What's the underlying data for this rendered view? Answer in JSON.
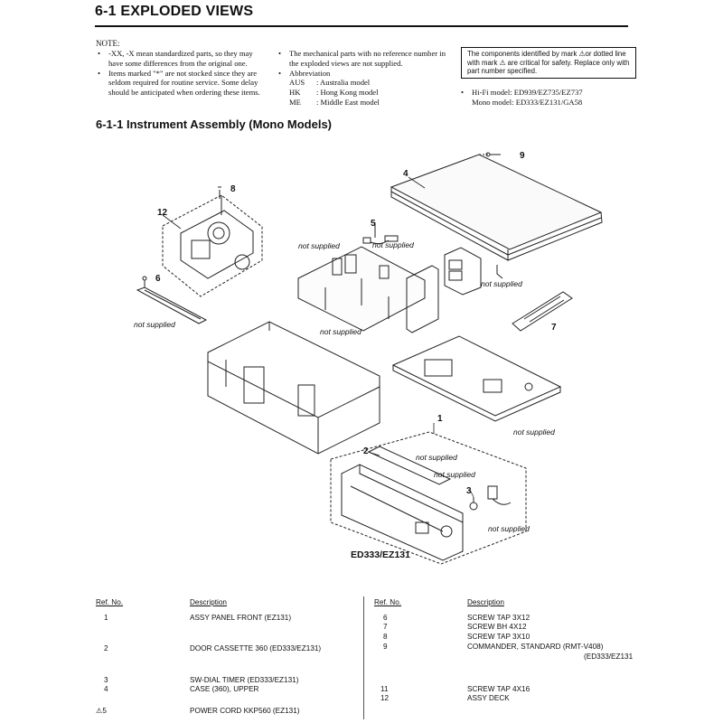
{
  "page": {
    "section_title": "6-1  EXPLODED VIEWS",
    "subsection_title": "6-1-1  Instrument Assembly (Mono Models)"
  },
  "notes": {
    "heading": "NOTE:",
    "col1": [
      "-XX, -X mean standardized parts, so they may have some differences from the original one.",
      "Items marked \"*\" are not stocked since they are seldom required for routine service. Some delay should be anticipated when ordering these items."
    ],
    "col2_bullet1": "The mechanical parts with no reference number in the exploded views are not supplied.",
    "col2_bullet2": "Abbreviation",
    "abbreviations": [
      {
        "code": "AUS",
        "name": ": Australia model"
      },
      {
        "code": "HK",
        "name": ": Hong Kong model"
      },
      {
        "code": "ME",
        "name": ": Middle East model"
      }
    ],
    "safety_box": "The components identified by mark ⚠or dotted line with mark ⚠ are critical for safety. Replace only with part number specified.",
    "hifi_models": "Hi-Fi model: ED939/EZ735/EZ737",
    "mono_models": "Mono model: ED333/EZ131/GA58"
  },
  "diagram": {
    "not_supplied": "not supplied",
    "caption": "ED333/EZ131",
    "ref_numbers": [
      "1",
      "2",
      "3",
      "4",
      "5",
      "6",
      "7",
      "8",
      "9",
      "12"
    ]
  },
  "parts_list": {
    "headers": {
      "ref": "Ref. No.",
      "desc": "Description"
    },
    "left": [
      {
        "ref": "1",
        "desc": "ASSY PANEL FRONT (EZ131)"
      },
      {
        "ref": "2",
        "desc": "DOOR CASSETTE 360 (ED333/EZ131)"
      },
      {
        "ref": "3",
        "desc": "SW-DIAL TIMER (ED333/EZ131)"
      },
      {
        "ref": "4",
        "desc": "CASE (360), UPPER"
      },
      {
        "ref": "⚠5",
        "desc": "POWER CORD KKP560 (EZ131)"
      }
    ],
    "right": [
      {
        "ref": "6",
        "desc": "SCREW TAP 3X12"
      },
      {
        "ref": "7",
        "desc": "SCREW BH 4X12"
      },
      {
        "ref": "8",
        "desc": "SCREW TAP 3X10"
      },
      {
        "ref": "9",
        "desc": "COMMANDER, STANDARD (RMT-V408)"
      },
      {
        "ref": "",
        "desc": "(ED333/EZ131"
      },
      {
        "ref": "11",
        "desc": "SCREW TAP 4X16"
      },
      {
        "ref": "12",
        "desc": "ASSY DECK"
      }
    ]
  }
}
